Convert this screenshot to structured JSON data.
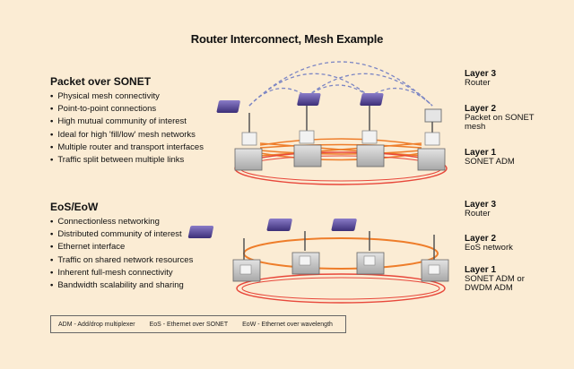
{
  "title": "Router Interconnect, Mesh Example",
  "top": {
    "heading": "Packet over SONET",
    "bullets": [
      "Physical mesh connectivity",
      "Point-to-point connections",
      "High mutual community of interest",
      "Ideal for high 'fill/low' mesh networks",
      "Multiple router and transport interfaces",
      "Traffic split between multiple links"
    ],
    "labels": {
      "layer3_head": "Layer 3",
      "layer3_sub": "Router",
      "layer2_head": "Layer 2",
      "layer2_sub1": "Packet on SONET",
      "layer2_sub2": "mesh",
      "layer1_head": "Layer 1",
      "layer1_sub": "SONET ADM"
    }
  },
  "bottom": {
    "heading": "EoS/EoW",
    "bullets": [
      "Connectionless networking",
      "Distributed community of interest",
      "Ethernet interface",
      "Traffic on shared network resources",
      "Inherent full-mesh connectivity",
      "Bandwidth scalability and sharing"
    ],
    "labels": {
      "layer3_head": "Layer 3",
      "layer3_sub": "Router",
      "layer2_head": "Layer 2",
      "layer2_sub": "EoS network",
      "layer1_head": "Layer 1",
      "layer1_sub1": "SONET ADM or",
      "layer1_sub2": "DWDM ADM"
    }
  },
  "legend": [
    "ADM - Add/drop multiplexer",
    "EoS - Ethernet over SONET",
    "EoW - Ethernet over wavelength"
  ],
  "colors": {
    "background": "#fbecd4",
    "router": "#5b4a9a",
    "mesh_orange": "#ee7d2a",
    "ring_red": "#e8473a",
    "dashed_blue": "#7c86c4"
  }
}
